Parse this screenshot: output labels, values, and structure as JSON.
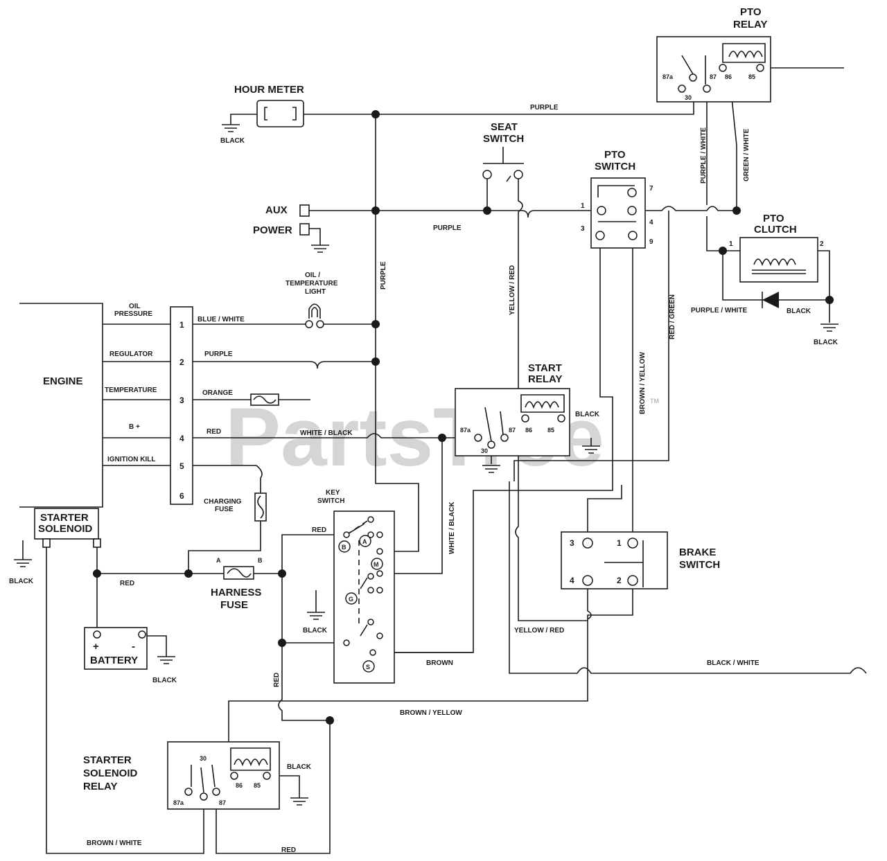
{
  "components": {
    "hour_meter": "HOUR METER",
    "seat_switch": [
      "SEAT",
      "SWITCH"
    ],
    "pto_switch": [
      "PTO",
      "SWITCH"
    ],
    "pto_relay": [
      "PTO",
      "RELAY"
    ],
    "pto_clutch": [
      "PTO",
      "CLUTCH"
    ],
    "aux": "AUX",
    "power": "POWER",
    "oil_temp_light": [
      "OIL /",
      "TEMPERATURE",
      "LIGHT"
    ],
    "engine": "ENGINE",
    "starter_solenoid": [
      "STARTER",
      "SOLENOID"
    ],
    "battery": "BATTERY",
    "charging_fuse": [
      "CHARGING",
      "FUSE"
    ],
    "harness_fuse": [
      "HARNESS",
      "FUSE"
    ],
    "key_switch": [
      "KEY",
      "SWITCH"
    ],
    "start_relay": [
      "START",
      "RELAY"
    ],
    "brake_switch": [
      "BRAKE",
      "SWITCH"
    ],
    "starter_solenoid_relay": [
      "STARTER",
      "SOLENOID",
      "RELAY"
    ]
  },
  "engine_terminals": [
    "OIL",
    "PRESSURE",
    "REGULATOR",
    "TEMPERATURE",
    "B +",
    "IGNITION KILL"
  ],
  "connector_pins": [
    "1",
    "2",
    "3",
    "4",
    "5",
    "6"
  ],
  "relay_pins": {
    "p87a": "87a",
    "p30": "30",
    "p87": "87",
    "p86": "86",
    "p85": "85"
  },
  "pto_switch_pins": [
    "1",
    "3",
    "7",
    "4",
    "9"
  ],
  "pto_clutch_pins": [
    "1",
    "2"
  ],
  "brake_switch_pins": [
    "3",
    "1",
    "4",
    "2"
  ],
  "key_positions": [
    "B",
    "A",
    "M",
    "G",
    "S"
  ],
  "harness_fuse_terminals": [
    "A",
    "B"
  ],
  "battery_polarity": [
    "+",
    "-"
  ],
  "wires": {
    "purple": "PURPLE",
    "black": "BLACK",
    "blue_white": "BLUE / WHITE",
    "orange": "ORANGE",
    "red": "RED",
    "white_black": "WHITE / BLACK",
    "white_black_v": "WHITE / BLACK",
    "yellow_red": "YELLOW / RED",
    "red_green": "RED / GREEN",
    "brown_yellow": "BROWN / YELLOW",
    "purple_white": "PURPLE / WHITE",
    "green_white": "GREEN / WHITE",
    "brown": "BROWN",
    "black_white": "BLACK / WHITE",
    "brown_white": "BROWN / WHITE"
  },
  "watermark": "PartsTree",
  "trademark": "TM"
}
